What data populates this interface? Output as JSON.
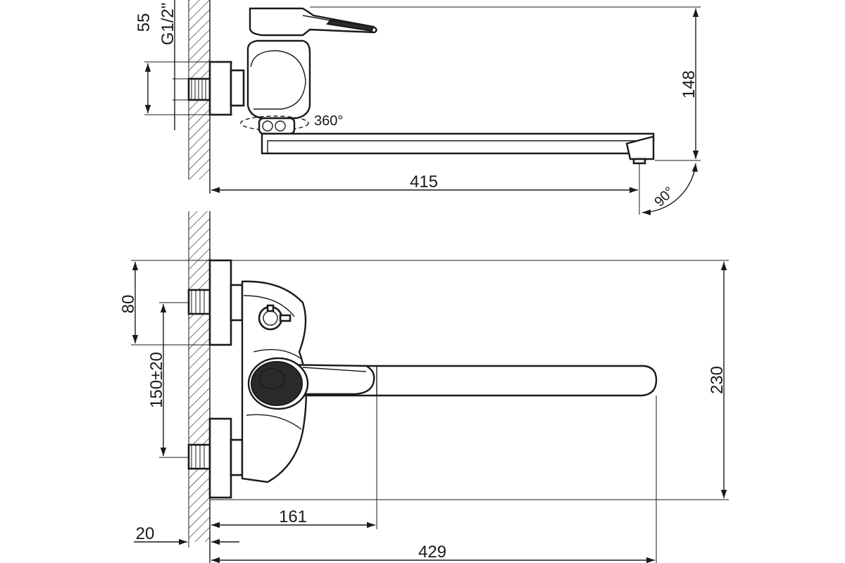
{
  "dimensions": {
    "side_top_height": "55",
    "thread_size": "G1/2\"",
    "side_height": "148",
    "rotation_angle": "360°",
    "spout_reach": "415",
    "spout_angle": "90°",
    "connection_height": "80",
    "center_spacing": "150±20",
    "front_height": "230",
    "handle_offset": "161",
    "wall_offset": "20",
    "total_length": "429"
  }
}
